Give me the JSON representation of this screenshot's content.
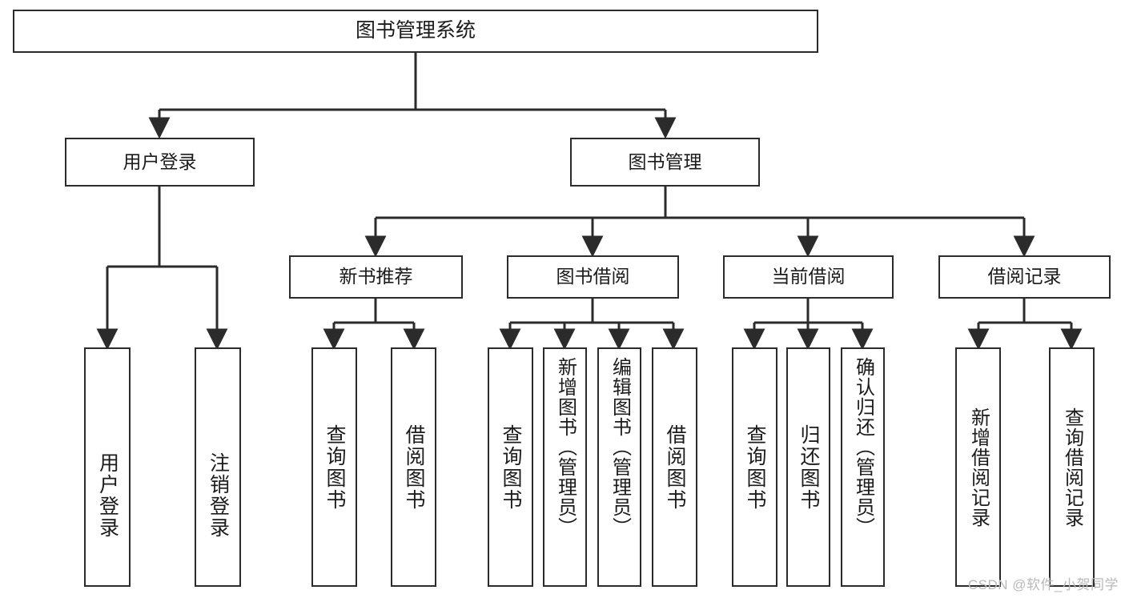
{
  "diagram": {
    "title": "图书管理系统",
    "type": "tree-hierarchy",
    "root": {
      "label": "图书管理系统"
    },
    "level2": [
      {
        "label": "用户登录"
      },
      {
        "label": "图书管理"
      }
    ],
    "level3": [
      {
        "label": "新书推荐"
      },
      {
        "label": "图书借阅"
      },
      {
        "label": "当前借阅"
      },
      {
        "label": "借阅记录"
      }
    ],
    "leaves": {
      "user_login": [
        {
          "label": "用户登录"
        },
        {
          "label": "注销登录"
        }
      ],
      "new_book_recommend": [
        {
          "label": "查询图书"
        },
        {
          "label": "借阅图书"
        }
      ],
      "book_borrow": [
        {
          "label": "查询图书"
        },
        {
          "label": "新增图书（管理员）"
        },
        {
          "label": "编辑图书（管理员）"
        },
        {
          "label": "借阅图书"
        }
      ],
      "current_borrow": [
        {
          "label": "查询图书"
        },
        {
          "label": "归还图书"
        },
        {
          "label": "确认归还（管理员）"
        }
      ],
      "borrow_record": [
        {
          "label": "新增借阅记录"
        },
        {
          "label": "查询借阅记录"
        }
      ]
    }
  },
  "watermark": {
    "text": "CSDN @软件_小贺同学"
  },
  "colors": {
    "stroke": "#2b2b2b",
    "background": "#ffffff",
    "text": "#1b1b1b",
    "watermark": "#b9b9b9"
  }
}
